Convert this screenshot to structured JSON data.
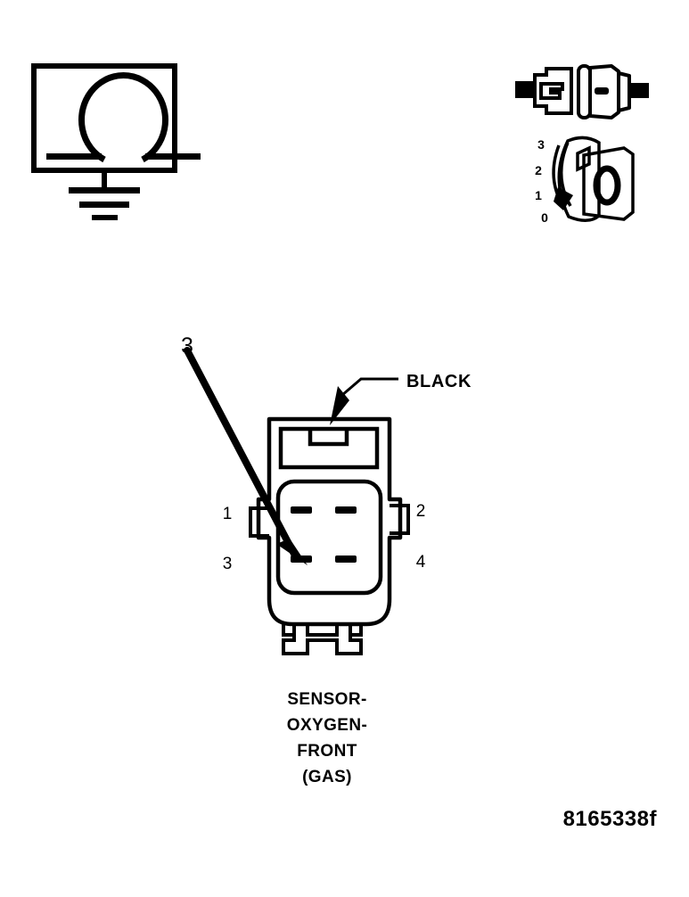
{
  "document": {
    "type": "automotive-wiring-connector-diagram",
    "background_color": "#ffffff",
    "line_color": "#000000",
    "part_number": "8165338f"
  },
  "ohm_symbol": {
    "name": "resistance-measurement-symbol",
    "glyph": "omega",
    "description": "Ohm symbol in box over chassis ground symbol",
    "ground_bars": 3
  },
  "connector_side_view": {
    "name": "connector-side-view",
    "description": "Two-piece mated connector shown from the side with terminal leads"
  },
  "rotary_detail": {
    "name": "rotary-position-detail",
    "center_label": "0",
    "scale_labels": [
      "3",
      "2",
      "1",
      "0"
    ],
    "description": "Perspective view of keyed connector with rotation scale"
  },
  "main_connector": {
    "name": "sensor-oxygen-front-connector",
    "wire_label": "BLACK",
    "callout_number": "3",
    "pin_numbers": {
      "top_left": "1",
      "top_right": "2",
      "bottom_left": "3",
      "bottom_right": "4"
    },
    "cavity_count": 4,
    "caption_lines": [
      "SENSOR-",
      "OXYGEN-",
      "FRONT",
      "(GAS)"
    ]
  }
}
